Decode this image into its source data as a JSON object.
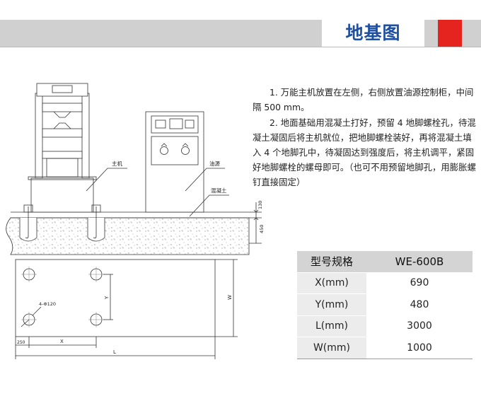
{
  "header": {
    "title": "地基图",
    "accent_color": "#e52420",
    "title_color": "#1e4fa1"
  },
  "notes": [
    "1. 万能主机放置在左侧，右侧放置油源控制柜，中间隔 500 mm。",
    "2. 地面基础用混凝土打好，预留 4 地脚螺栓孔，待混凝土凝固后将主机就位，把地脚螺栓装好，再将混凝土填入 4 个地脚孔中，待凝固达到强度后，将主机调平，紧固好地脚螺栓的螺母即可。（也可不用预留地脚孔，用膨胀螺钉直接固定）"
  ],
  "elevation": {
    "labels": {
      "main_machine": "主机",
      "oil_source": "油源",
      "concrete": "混凝土"
    },
    "dims": {
      "top_layer": "130",
      "depth": "450"
    }
  },
  "plan": {
    "labels": {
      "holes": "4-Φ120",
      "x": "X",
      "y": "Y",
      "w": "W",
      "l": "L",
      "edge": "250"
    }
  },
  "spec_table": {
    "header": [
      "型号规格",
      "WE-600B"
    ],
    "rows": [
      [
        "X(mm)",
        "690"
      ],
      [
        "Y(mm)",
        "480"
      ],
      [
        "L(mm)",
        "3000"
      ],
      [
        "W(mm)",
        "1000"
      ]
    ]
  }
}
